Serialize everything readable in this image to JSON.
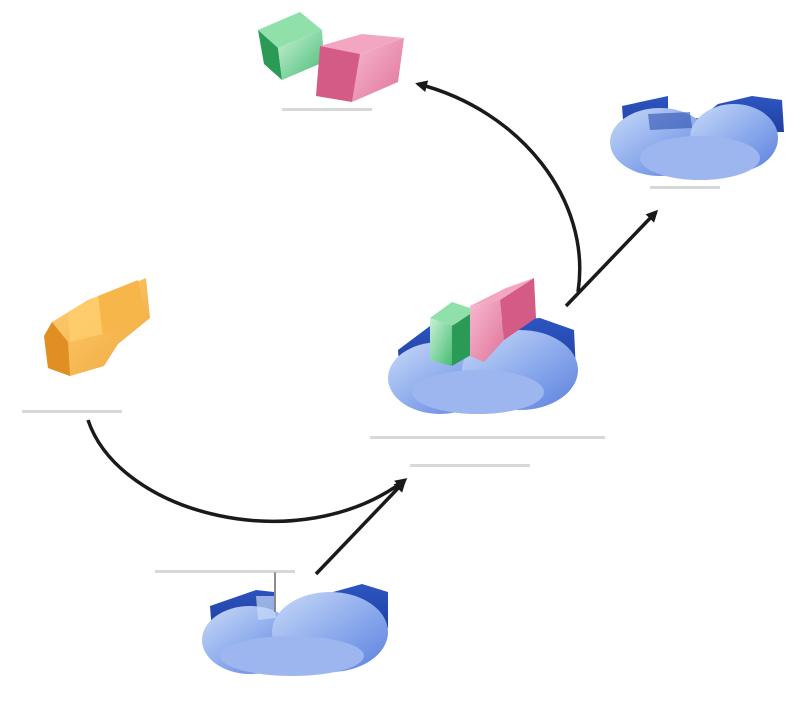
{
  "diagram": {
    "title": "",
    "colors": {
      "background": "#ffffff",
      "enzyme_light": "#a9c2f2",
      "enzyme_mid": "#6f93e6",
      "enzyme_dark": "#2b4fb8",
      "substrate_orange": "#f3b542",
      "product_green": "#3bb56a",
      "product_pink": "#e56c97",
      "arrow": "#1a1a1a"
    },
    "nodes": [
      {
        "id": "substrate",
        "label": "",
        "icon": "orange-substrate-block"
      },
      {
        "id": "enzyme_free",
        "label": "",
        "icon": "enzyme-with-active-site"
      },
      {
        "id": "enzyme_substrate_complex",
        "label": "",
        "icon": "enzyme-bound-complex"
      },
      {
        "id": "products",
        "label": "",
        "icon": "product-cubes"
      },
      {
        "id": "enzyme_released",
        "label": "",
        "icon": "enzyme-released"
      }
    ],
    "edges": [
      {
        "from": "substrate",
        "to": "enzyme_substrate_complex"
      },
      {
        "from": "enzyme_free",
        "to": "enzyme_substrate_complex"
      },
      {
        "from": "enzyme_substrate_complex",
        "to": "products"
      },
      {
        "from": "enzyme_substrate_complex",
        "to": "enzyme_released"
      }
    ]
  }
}
